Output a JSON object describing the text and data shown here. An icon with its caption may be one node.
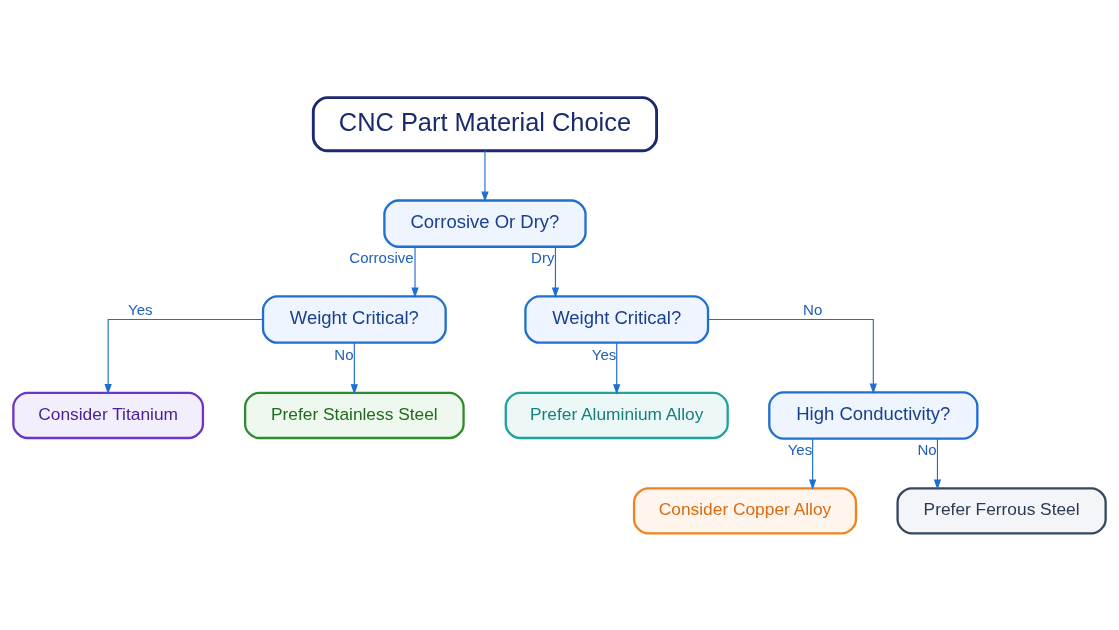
{
  "diagram": {
    "nodes": [
      {
        "text": [
          "CNC Part Material Choice"
        ]
      },
      {
        "text": [
          "Corrosive Or Dry?"
        ]
      },
      {
        "text": [
          "Weight Critical?"
        ]
      },
      {
        "text": [
          "Weight Critical?"
        ]
      },
      {
        "text": [
          "Consider Titanium"
        ]
      },
      {
        "text": [
          "Prefer Stainless Steel"
        ]
      },
      {
        "text": [
          "Prefer Aluminium Alloy"
        ]
      },
      {
        "text": [
          "High Conductivity?"
        ]
      },
      {
        "text": [
          "Consider Copper Alloy"
        ]
      },
      {
        "text": [
          "Prefer Ferrous Steel"
        ]
      }
    ],
    "edges": [
      {
        "from": 0,
        "to": 1,
        "arrow": "to"
      },
      {
        "from": 1,
        "to": 2,
        "arrow": "to",
        "label": "Corrosive"
      },
      {
        "from": 1,
        "to": 3,
        "arrow": "to",
        "label": "Dry"
      },
      {
        "from": 2,
        "to": 4,
        "arrow": "to",
        "label": "Yes"
      },
      {
        "from": 2,
        "to": 5,
        "arrow": "to",
        "label": "No"
      },
      {
        "from": 3,
        "to": 6,
        "arrow": "to",
        "label": "Yes"
      },
      {
        "from": 3,
        "to": 7,
        "arrow": "to",
        "label": "No"
      },
      {
        "from": 7,
        "to": 8,
        "arrow": "to",
        "label": "Yes"
      },
      {
        "from": 7,
        "to": 9,
        "arrow": "to",
        "label": "No"
      }
    ]
  }
}
